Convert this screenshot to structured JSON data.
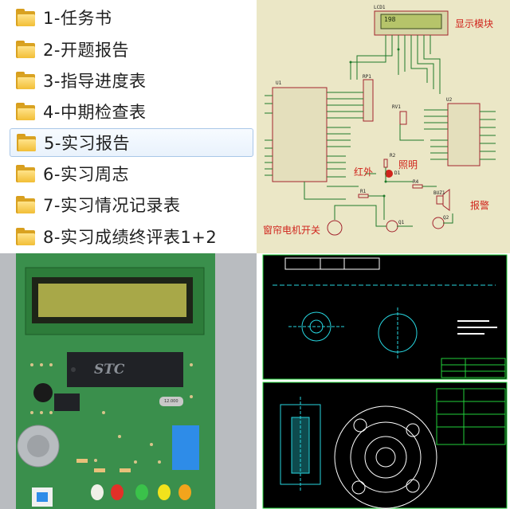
{
  "folders": [
    {
      "label": "1-任务书",
      "selected": false
    },
    {
      "label": "2-开题报告",
      "selected": false
    },
    {
      "label": "3-指导进度表",
      "selected": false
    },
    {
      "label": "4-中期检查表",
      "selected": false
    },
    {
      "label": "5-实习报告",
      "selected": true
    },
    {
      "label": "6-实习周志",
      "selected": false
    },
    {
      "label": "7-实习情况记录表",
      "selected": false
    },
    {
      "label": "8-实习成绩终评表1+2",
      "selected": false
    }
  ],
  "schematic": {
    "lcd_ref": "LCD1",
    "lcd_reading": "198",
    "display_module_label": "显示模块",
    "u1_ref": "U1",
    "u2_ref": "U2",
    "rp1_ref": "RP1",
    "rv1_ref": "RV1",
    "r2_ref": "R2",
    "d1_ref": "D1",
    "r1_ref": "R1",
    "r4_ref": "R4",
    "buz1_ref": "BUZ1",
    "q1_ref": "Q1",
    "q2_ref": "Q2",
    "infrared_label": "红外",
    "lighting_label": "照明",
    "alarm_label": "报警",
    "curtain_motor_label": "窗帘电机开关"
  },
  "pcb": {
    "chip_brand": "STC",
    "crystal_text": "12.000"
  },
  "colors": {
    "schematic_bg": "#ebe7c6",
    "schematic_wire": "#1f7a2a",
    "schematic_part": "#a3242e",
    "annotation_red": "#d0241c",
    "pcb_green": "#3a8f4c",
    "cad_bg": "#000000",
    "cad_green": "#22d13a",
    "cad_cyan": "#27d6e0",
    "folder_yellow": "#f2be36"
  },
  "icons": {
    "folder": "folder-icon"
  }
}
